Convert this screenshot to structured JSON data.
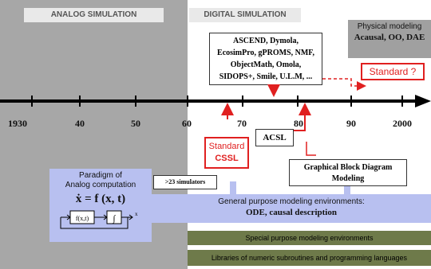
{
  "headers": {
    "analog": "ANALOG SIMULATION",
    "digital": "DIGITAL SIMULATION"
  },
  "physical": {
    "line1": "Physical modeling",
    "line2": "Acausal, OO, DAE"
  },
  "languages_box": {
    "lines": [
      "ASCEND, Dymola,",
      "EcosimPro, gPROMS, NMF,",
      "ObjectMath, Omola,",
      "SIDOPS+, Smile, U.L.M, ..."
    ]
  },
  "standard_q": "Standard ?",
  "timeline": {
    "ticks": [
      "1930",
      "40",
      "50",
      "60",
      "70",
      "80",
      "90",
      "2000"
    ]
  },
  "standard_cssl": {
    "line1": "Standard",
    "line2": "CSSL"
  },
  "acsl": "ACSL",
  "gbd": {
    "line1": "Graphical Block Diagram",
    "line2": "Modeling"
  },
  "simulators": ">23 simulators",
  "paradigm": {
    "line1": "Paradigm of",
    "line2": "Analog computation",
    "equation": "ẋ = f (x, t)",
    "block1": "f(x,t)",
    "block2": "∫",
    "out": "x"
  },
  "general": {
    "line1": "General purpose modeling environments:",
    "line2": "ODE, causal description"
  },
  "special": "Special purpose modeling environments",
  "libraries": "Libraries of numeric subroutines and programming languages",
  "colors": {
    "analog_bg": "#a7a7a7",
    "lavender": "#b8c0f0",
    "olive": "#6e7a4a",
    "red": "#e02020"
  }
}
